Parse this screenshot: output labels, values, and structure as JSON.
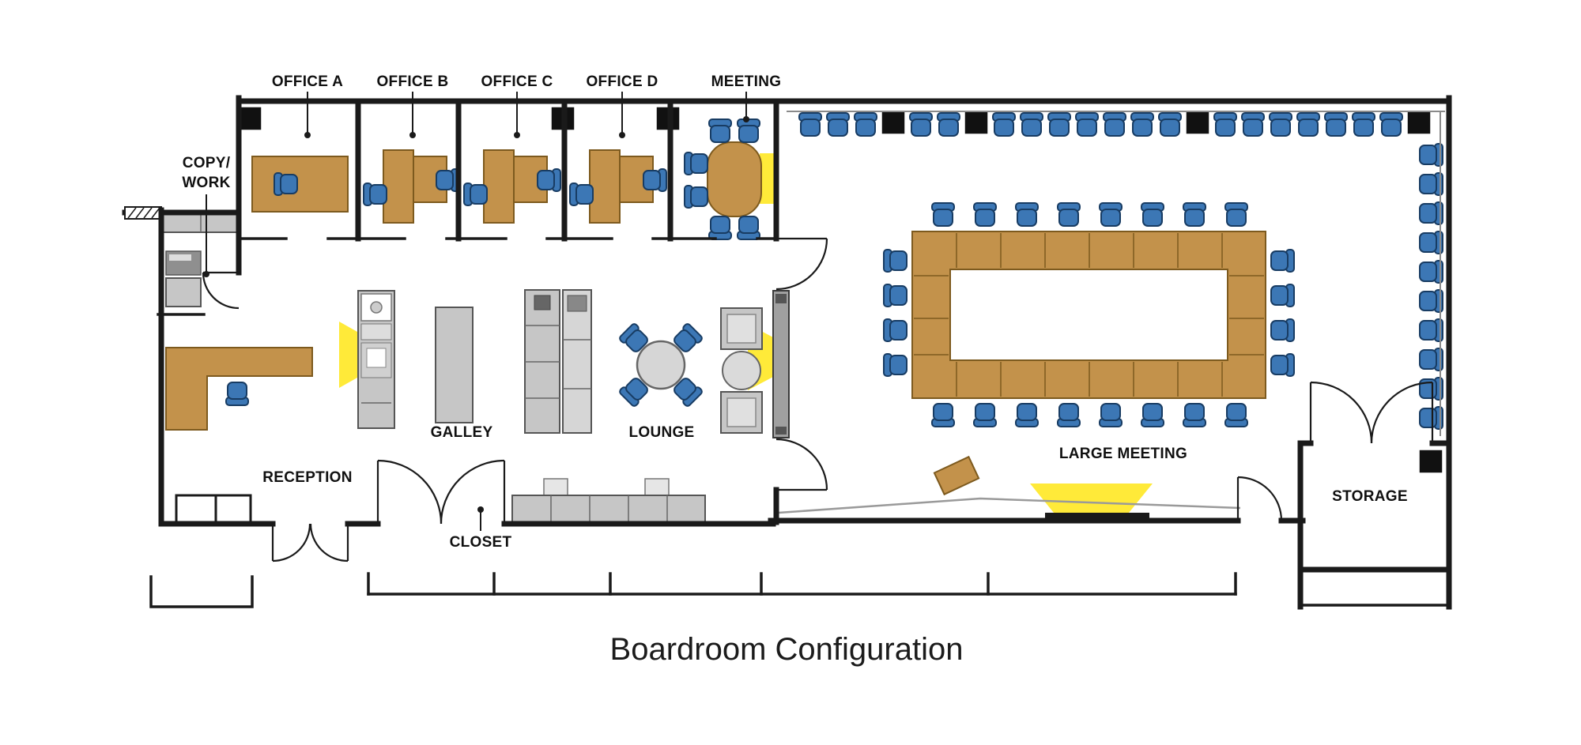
{
  "diagram": {
    "title": "Boardroom Configuration",
    "rooms": {
      "office_a": "OFFICE A",
      "office_b": "OFFICE B",
      "office_c": "OFFICE C",
      "office_d": "OFFICE D",
      "meeting": "MEETING",
      "copy_work": {
        "line1": "COPY/",
        "line2": "WORK"
      },
      "galley": "GALLEY",
      "lounge": "LOUNGE",
      "reception": "RECEPTION",
      "closet": "CLOSET",
      "large_meeting": "LARGE MEETING",
      "storage": "STORAGE"
    }
  },
  "colors": {
    "wall": "#1a1a1a",
    "desk": "#c3924b",
    "desk_stroke": "#7d5a1e",
    "chair": "#3c77b5",
    "chair_stroke": "#183c63",
    "cabinet": "#c6c6c6",
    "cabinet_stroke": "#555555",
    "glow": "#ffe92e",
    "column": "#111111"
  }
}
